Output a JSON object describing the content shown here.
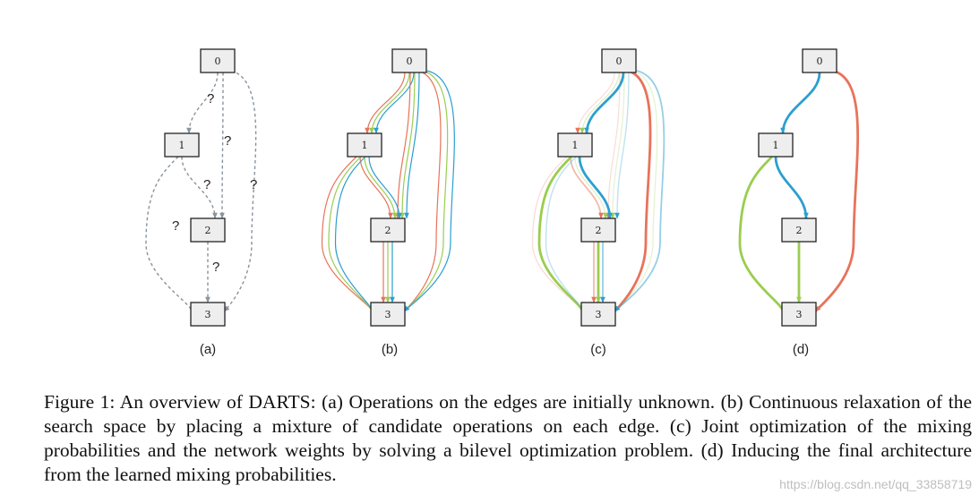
{
  "figure": {
    "panels": [
      {
        "id": "a",
        "label": "(a)",
        "nodes": [
          "0",
          "1",
          "2",
          "3"
        ],
        "edges": [
          {
            "from": "0",
            "to": "1",
            "label": "?",
            "style": "dashed",
            "colors": [
              "#8a939c"
            ]
          },
          {
            "from": "0",
            "to": "2",
            "label": "?",
            "style": "dashed",
            "colors": [
              "#8a939c"
            ]
          },
          {
            "from": "0",
            "to": "3",
            "label": "?",
            "style": "dashed",
            "colors": [
              "#8a939c"
            ]
          },
          {
            "from": "1",
            "to": "2",
            "label": "?",
            "style": "dashed",
            "colors": [
              "#8a939c"
            ]
          },
          {
            "from": "1",
            "to": "3",
            "label": "?",
            "style": "dashed",
            "colors": [
              "#8a939c"
            ]
          },
          {
            "from": "2",
            "to": "3",
            "label": "?",
            "style": "dashed",
            "colors": [
              "#8a939c"
            ]
          }
        ]
      },
      {
        "id": "b",
        "label": "(b)",
        "nodes": [
          "0",
          "1",
          "2",
          "3"
        ],
        "edges": [
          {
            "from": "0",
            "to": "1",
            "colors": [
              "#e8735a",
              "#9acd4f",
              "#2b9fd0"
            ],
            "weights": [
              1,
              1,
              1
            ]
          },
          {
            "from": "0",
            "to": "2",
            "colors": [
              "#e8735a",
              "#9acd4f",
              "#2b9fd0"
            ],
            "weights": [
              1,
              1,
              1
            ]
          },
          {
            "from": "0",
            "to": "3",
            "colors": [
              "#e8735a",
              "#9acd4f",
              "#2b9fd0"
            ],
            "weights": [
              1,
              1,
              1
            ]
          },
          {
            "from": "1",
            "to": "2",
            "colors": [
              "#e8735a",
              "#9acd4f",
              "#2b9fd0"
            ],
            "weights": [
              1,
              1,
              1
            ]
          },
          {
            "from": "1",
            "to": "3",
            "colors": [
              "#e8735a",
              "#9acd4f",
              "#2b9fd0"
            ],
            "weights": [
              1,
              1,
              1
            ]
          },
          {
            "from": "2",
            "to": "3",
            "colors": [
              "#e8735a",
              "#9acd4f",
              "#2b9fd0"
            ],
            "weights": [
              1,
              1,
              1
            ]
          }
        ]
      },
      {
        "id": "c",
        "label": "(c)",
        "nodes": [
          "0",
          "1",
          "2",
          "3"
        ],
        "edges": [
          {
            "from": "0",
            "to": "1",
            "colors": [
              "#e8735a",
              "#9acd4f",
              "#2b9fd0"
            ],
            "weights": [
              0.2,
              0.3,
              1
            ]
          },
          {
            "from": "0",
            "to": "2",
            "colors": [
              "#e8735a",
              "#9acd4f",
              "#2b9fd0"
            ],
            "weights": [
              0.2,
              0.25,
              0.3
            ]
          },
          {
            "from": "0",
            "to": "3",
            "colors": [
              "#e8735a",
              "#9acd4f",
              "#2b9fd0"
            ],
            "weights": [
              1,
              0.25,
              0.5
            ]
          },
          {
            "from": "1",
            "to": "2",
            "colors": [
              "#e8735a",
              "#9acd4f",
              "#2b9fd0"
            ],
            "weights": [
              0.5,
              0.3,
              1
            ]
          },
          {
            "from": "1",
            "to": "3",
            "colors": [
              "#e8735a",
              "#9acd4f",
              "#2b9fd0"
            ],
            "weights": [
              0.25,
              1,
              0.3
            ]
          },
          {
            "from": "2",
            "to": "3",
            "colors": [
              "#e8735a",
              "#9acd4f",
              "#2b9fd0"
            ],
            "weights": [
              0.5,
              1,
              0.5
            ]
          }
        ]
      },
      {
        "id": "d",
        "label": "(d)",
        "nodes": [
          "0",
          "1",
          "2",
          "3"
        ],
        "edges": [
          {
            "from": "0",
            "to": "1",
            "colors": [
              "#2b9fd0"
            ],
            "weights": [
              1
            ]
          },
          {
            "from": "0",
            "to": "3",
            "colors": [
              "#e8735a"
            ],
            "weights": [
              1
            ]
          },
          {
            "from": "1",
            "to": "2",
            "colors": [
              "#2b9fd0"
            ],
            "weights": [
              1
            ]
          },
          {
            "from": "1",
            "to": "3",
            "colors": [
              "#9acd4f"
            ],
            "weights": [
              1
            ]
          },
          {
            "from": "2",
            "to": "3",
            "colors": [
              "#9acd4f"
            ],
            "weights": [
              1
            ]
          }
        ]
      }
    ]
  },
  "caption": {
    "text": "Figure 1: An overview of DARTS: (a) Operations on the edges are initially unknown. (b) Continuous relaxation of the search space by placing a mixture of candidate operations on each edge. (c) Joint optimization of the mixing probabilities and the network weights by solving a bilevel optimization problem. (d) Inducing the final architecture from the learned mixing probabilities."
  },
  "watermark": {
    "text": "https://blog.csdn.net/qq_33858719"
  }
}
